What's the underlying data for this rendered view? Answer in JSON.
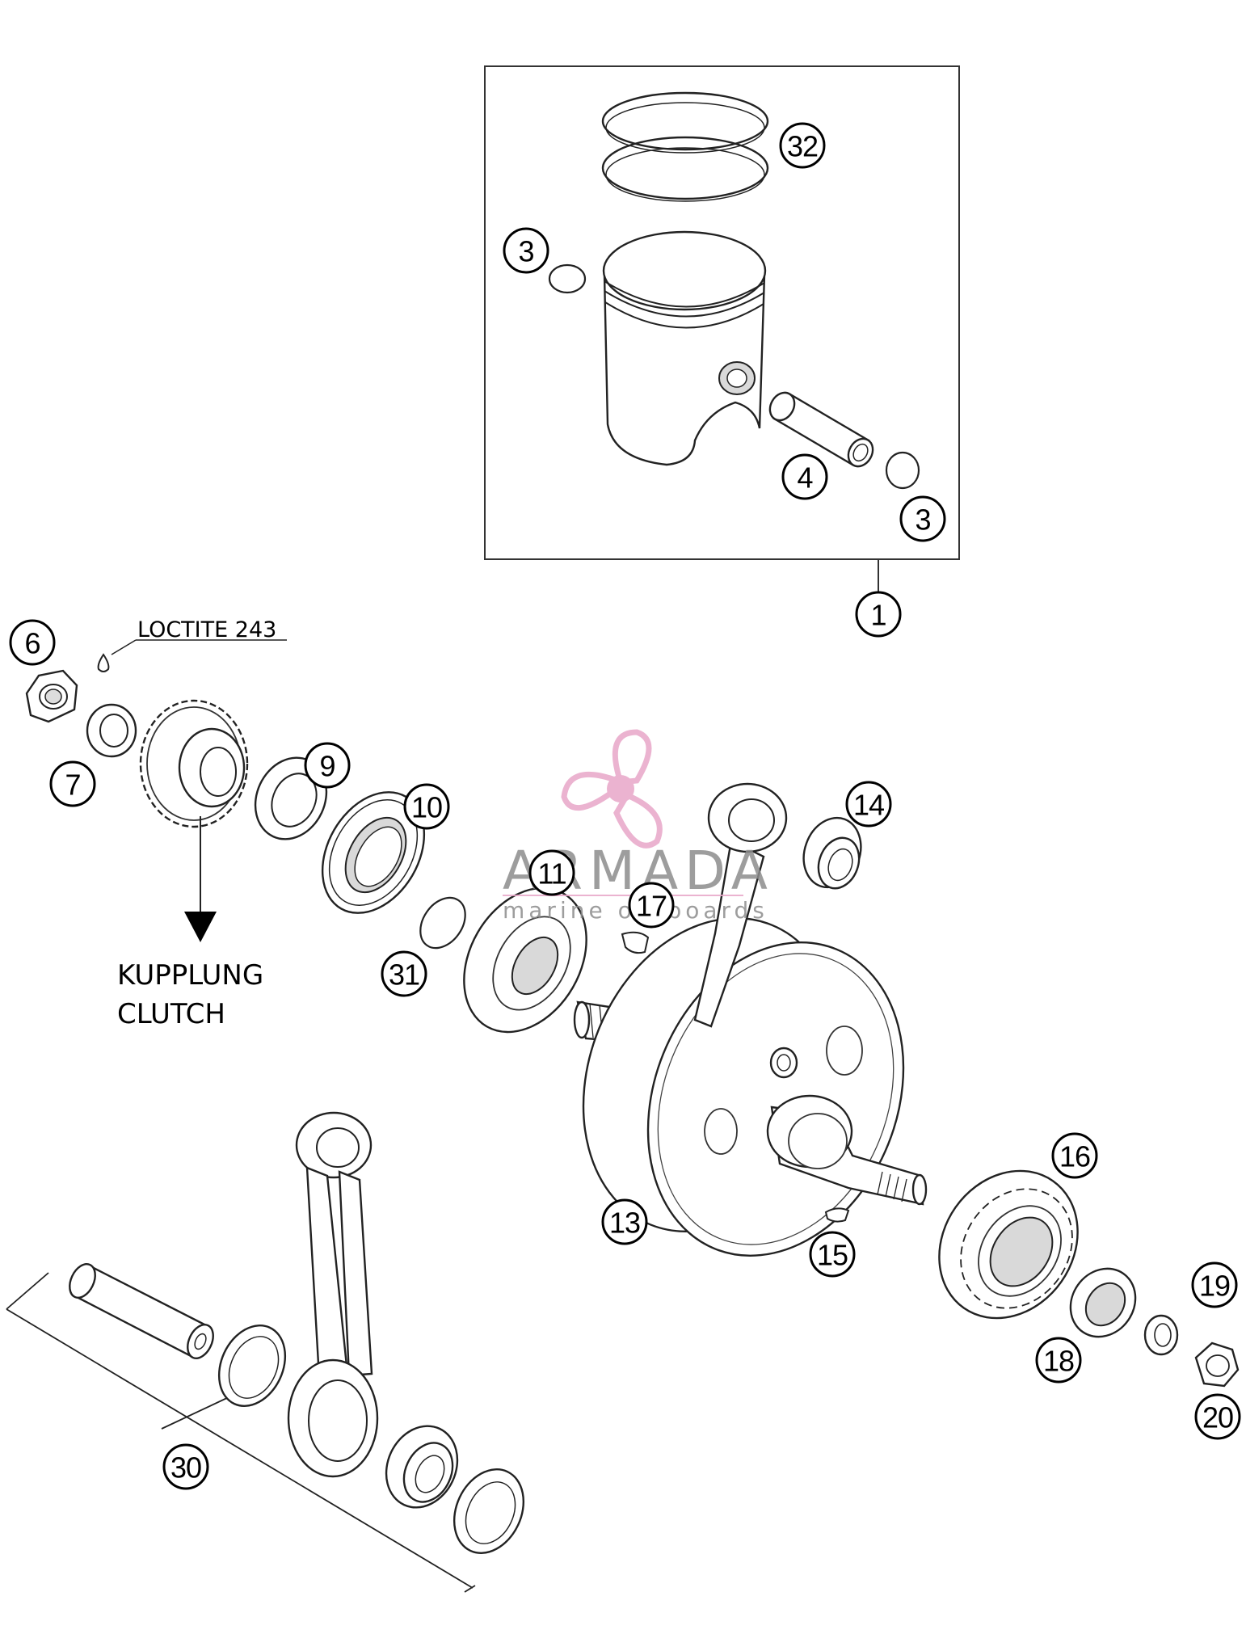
{
  "callouts": [
    {
      "id": "p32",
      "label": "32"
    },
    {
      "id": "p3a",
      "label": "3"
    },
    {
      "id": "p4",
      "label": "4"
    },
    {
      "id": "p3b",
      "label": "3"
    },
    {
      "id": "p1",
      "label": "1"
    },
    {
      "id": "p6",
      "label": "6"
    },
    {
      "id": "p7",
      "label": "7"
    },
    {
      "id": "p9",
      "label": "9"
    },
    {
      "id": "p10",
      "label": "10"
    },
    {
      "id": "p11",
      "label": "11"
    },
    {
      "id": "p17",
      "label": "17"
    },
    {
      "id": "p14",
      "label": "14"
    },
    {
      "id": "p31",
      "label": "31"
    },
    {
      "id": "p13",
      "label": "13"
    },
    {
      "id": "p15",
      "label": "15"
    },
    {
      "id": "p16",
      "label": "16"
    },
    {
      "id": "p19",
      "label": "19"
    },
    {
      "id": "p18",
      "label": "18"
    },
    {
      "id": "p20",
      "label": "20"
    },
    {
      "id": "p30",
      "label": "30"
    }
  ],
  "labels": {
    "loctite": "LOCTITE 243",
    "kupplung": "KUPPLUNG",
    "clutch": "CLUTCH"
  },
  "watermark": {
    "title": "ARMADA",
    "subtitle": "marine outboards",
    "color": "#e8a6c8"
  }
}
